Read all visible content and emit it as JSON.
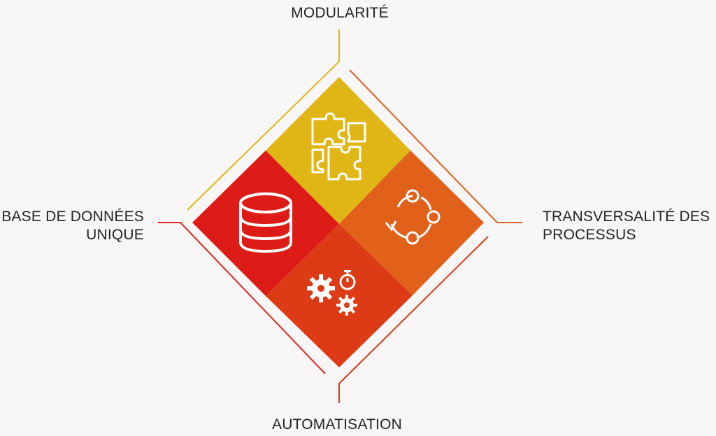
{
  "labels": {
    "modularite": "MODULARITÉ",
    "base_line1": "BASE DE DONNÉES",
    "base_line2": "UNIQUE",
    "transversalite_line1": "TRANSVERSALITÉ DES",
    "transversalite_line2": "PROCESSUS",
    "automatisation": "AUTOMATISATION"
  },
  "colors": {
    "background": "#f8f6f6",
    "modularite": "#e0b616",
    "base_de_donnees": "#dd1c18",
    "transversalite": "#e1601a",
    "automatisation": "#dd3a16",
    "text": "#222222"
  },
  "icons": {
    "modularite": "puzzle-icon",
    "base_de_donnees": "database-icon",
    "transversalite": "cycle-process-icon",
    "automatisation": "gears-stopwatch-icon"
  }
}
